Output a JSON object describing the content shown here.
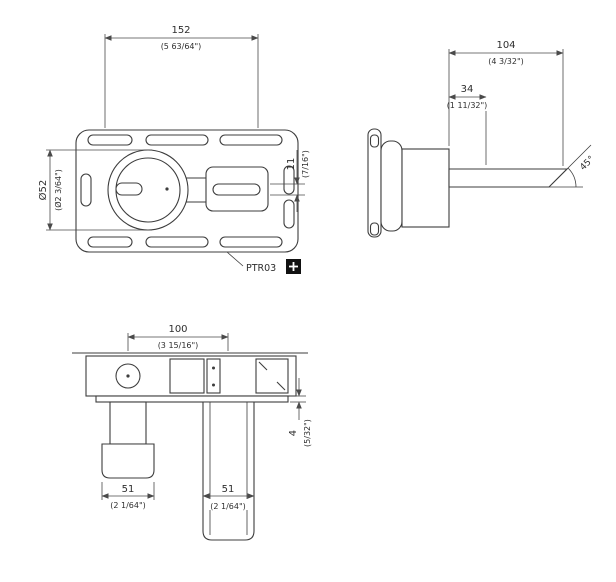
{
  "drawing": {
    "label": {
      "code": "PTR03"
    },
    "front": {
      "width": {
        "mm": "152",
        "inch": "(5 63/64\")"
      },
      "diameter": {
        "mm": "Ø52",
        "inch": "(Ø2 3/64\")"
      },
      "spout_height": {
        "mm": "11",
        "inch": "(7/16\")"
      }
    },
    "side": {
      "projection": {
        "mm": "104",
        "inch": "(4 3/32\")"
      },
      "offset": {
        "mm": "34",
        "inch": "(1 11/32\")"
      },
      "angle": "45°"
    },
    "plan": {
      "centers": {
        "mm": "100",
        "inch": "(3 15/16\")"
      },
      "plate": {
        "mm": "4",
        "inch": "(5/32\")"
      },
      "handle_width": {
        "mm": "51",
        "inch": "(2 1/64\")"
      },
      "spout_width": {
        "mm": "51",
        "inch": "(2 1/64\")"
      }
    }
  },
  "icons": {
    "zoom_button": "plus-icon"
  },
  "colors": {
    "line": "#3d3d3d",
    "icon_background": "#111111",
    "page_background": "#ffffff"
  }
}
